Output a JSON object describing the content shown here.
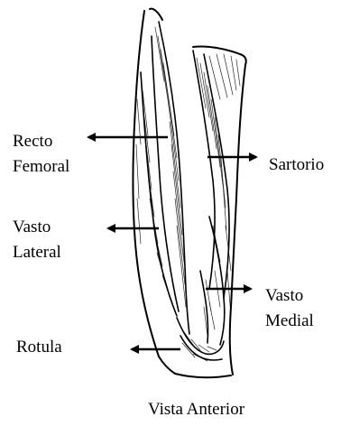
{
  "labels": {
    "recto_femoral": [
      "Recto",
      "Femoral"
    ],
    "sartorio": "Sartorio",
    "vasto_lateral": [
      "Vasto",
      "Lateral"
    ],
    "vasto_medial": [
      "Vasto",
      "Medial"
    ],
    "rotula": "Rotula"
  },
  "caption": "Vista Anterior",
  "colors": {
    "ink": "#000000",
    "background": "#ffffff"
  }
}
